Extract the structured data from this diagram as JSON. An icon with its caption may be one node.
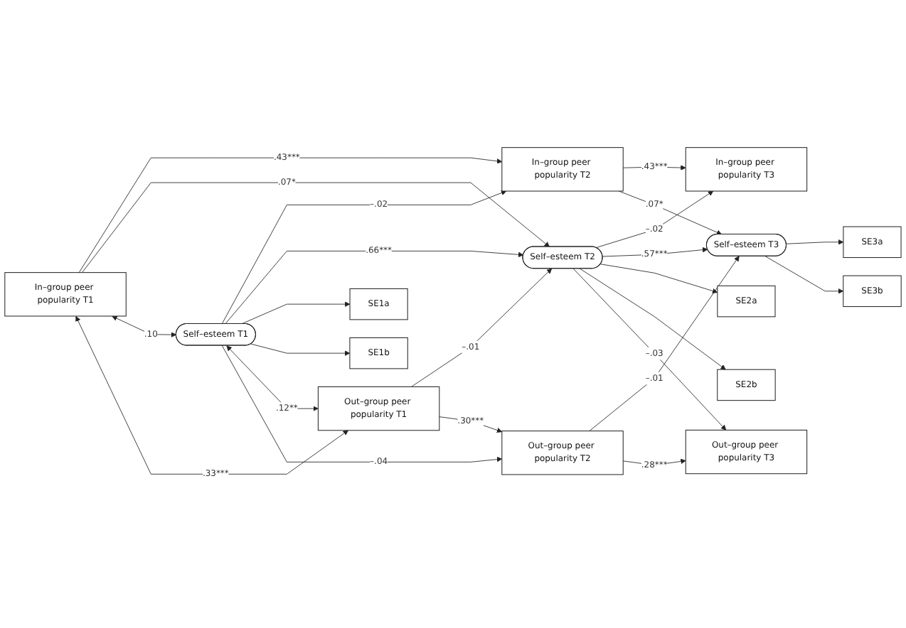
{
  "diagram": {
    "nodes": [
      {
        "text": [
          "In–group peer popularity T1"
        ]
      },
      {
        "text": [
          "In–group peer popularity T2"
        ]
      },
      {
        "text": [
          "In–group peer popularity T3"
        ]
      },
      {
        "text": [
          "Self–esteem T1"
        ]
      },
      {
        "text": [
          "Self–esteem T2"
        ]
      },
      {
        "text": [
          "Self–esteem T3"
        ]
      },
      {
        "text": [
          "SE1a"
        ]
      },
      {
        "text": [
          "SE1b"
        ]
      },
      {
        "text": [
          "SE2a"
        ]
      },
      {
        "text": [
          "SE2b"
        ]
      },
      {
        "text": [
          "SE3a"
        ]
      },
      {
        "text": [
          "SE3b"
        ]
      },
      {
        "text": [
          "Out–group peer popularity T1"
        ]
      },
      {
        "text": [
          "Out–group peer popularity T2"
        ]
      },
      {
        "text": [
          "Out–group peer popularity T3"
        ]
      }
    ],
    "edges": [
      {
        "from": 0,
        "to": 1,
        "arrow": "to",
        "label": ".43***"
      },
      {
        "from": 1,
        "to": 2,
        "arrow": "to",
        "label": ".43***"
      },
      {
        "from": 0,
        "to": 4,
        "arrow": "to",
        "label": ".07*"
      },
      {
        "from": 3,
        "to": 1,
        "arrow": "to",
        "label": "–.02"
      },
      {
        "from": 1,
        "to": 5,
        "arrow": "to",
        "label": ".07*"
      },
      {
        "from": 4,
        "to": 2,
        "arrow": "to",
        "label": "–.02"
      },
      {
        "from": 0,
        "to": 3,
        "arrow": "both",
        "label": ".10"
      },
      {
        "from": 0,
        "to": 12,
        "arrow": "both",
        "label": ".33***"
      },
      {
        "from": 3,
        "to": 4,
        "arrow": "to",
        "label": ".66***"
      },
      {
        "from": 4,
        "to": 5,
        "arrow": "to",
        "label": ".57***"
      },
      {
        "from": 3,
        "to": 6,
        "arrow": "to"
      },
      {
        "from": 3,
        "to": 7,
        "arrow": "to"
      },
      {
        "from": 4,
        "to": 8,
        "arrow": "to"
      },
      {
        "from": 4,
        "to": 9,
        "arrow": "to"
      },
      {
        "from": 5,
        "to": 10,
        "arrow": "to"
      },
      {
        "from": 5,
        "to": 11,
        "arrow": "to"
      },
      {
        "from": 3,
        "to": 12,
        "arrow": "both",
        "label": ".12**"
      },
      {
        "from": 12,
        "to": 4,
        "arrow": "to",
        "label": "–.01"
      },
      {
        "from": 3,
        "to": 13,
        "arrow": "to",
        "label": "–.04"
      },
      {
        "from": 13,
        "to": 5,
        "arrow": "to",
        "label": "–.01"
      },
      {
        "from": 4,
        "to": 14,
        "arrow": "to",
        "label": "–.03"
      },
      {
        "from": 12,
        "to": 13,
        "arrow": "to",
        "label": ".30***"
      },
      {
        "from": 13,
        "to": 14,
        "arrow": "to",
        "label": ".28***"
      }
    ]
  }
}
